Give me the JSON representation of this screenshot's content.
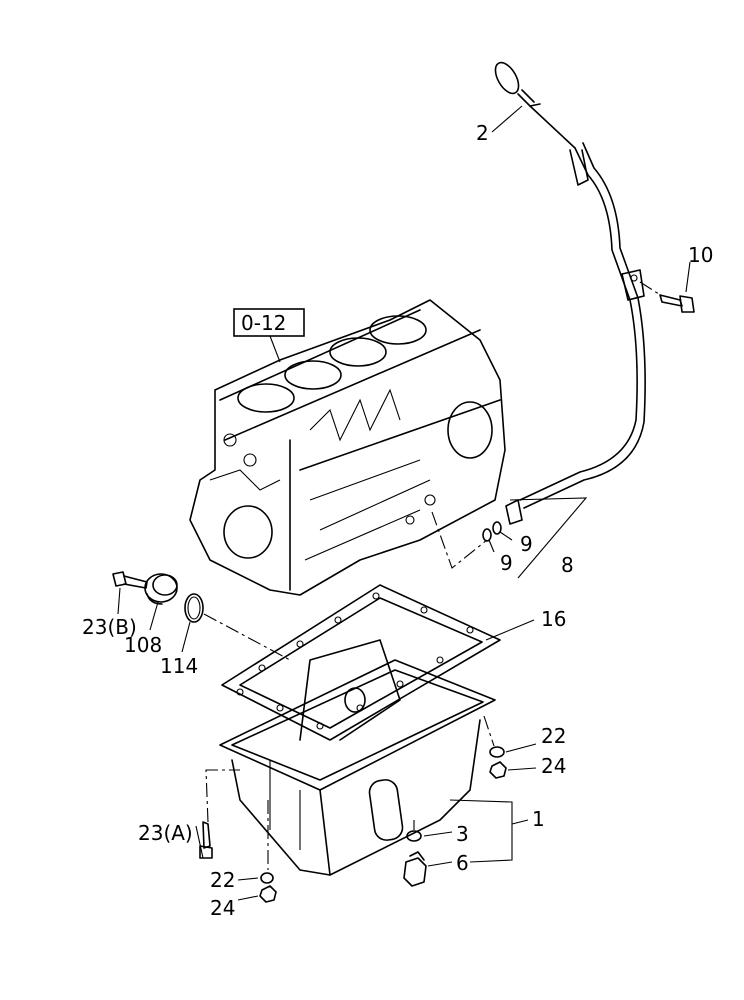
{
  "diagram": {
    "ref_box": "0-12",
    "labels": {
      "dipstick": "2",
      "bolt_10": "10",
      "seal_9_upper": "9",
      "seal_9_lower": "9",
      "guide_tube": "8",
      "gasket": "16",
      "bolt_23b": "23(B)",
      "cover_108": "108",
      "oring_114": "114",
      "washer_22_right": "22",
      "nut_24_right": "24",
      "oil_pan": "1",
      "washer_3": "3",
      "drain_plug": "6",
      "bolt_23a": "23(A)",
      "washer_22_left": "22",
      "nut_24_left": "24"
    }
  }
}
